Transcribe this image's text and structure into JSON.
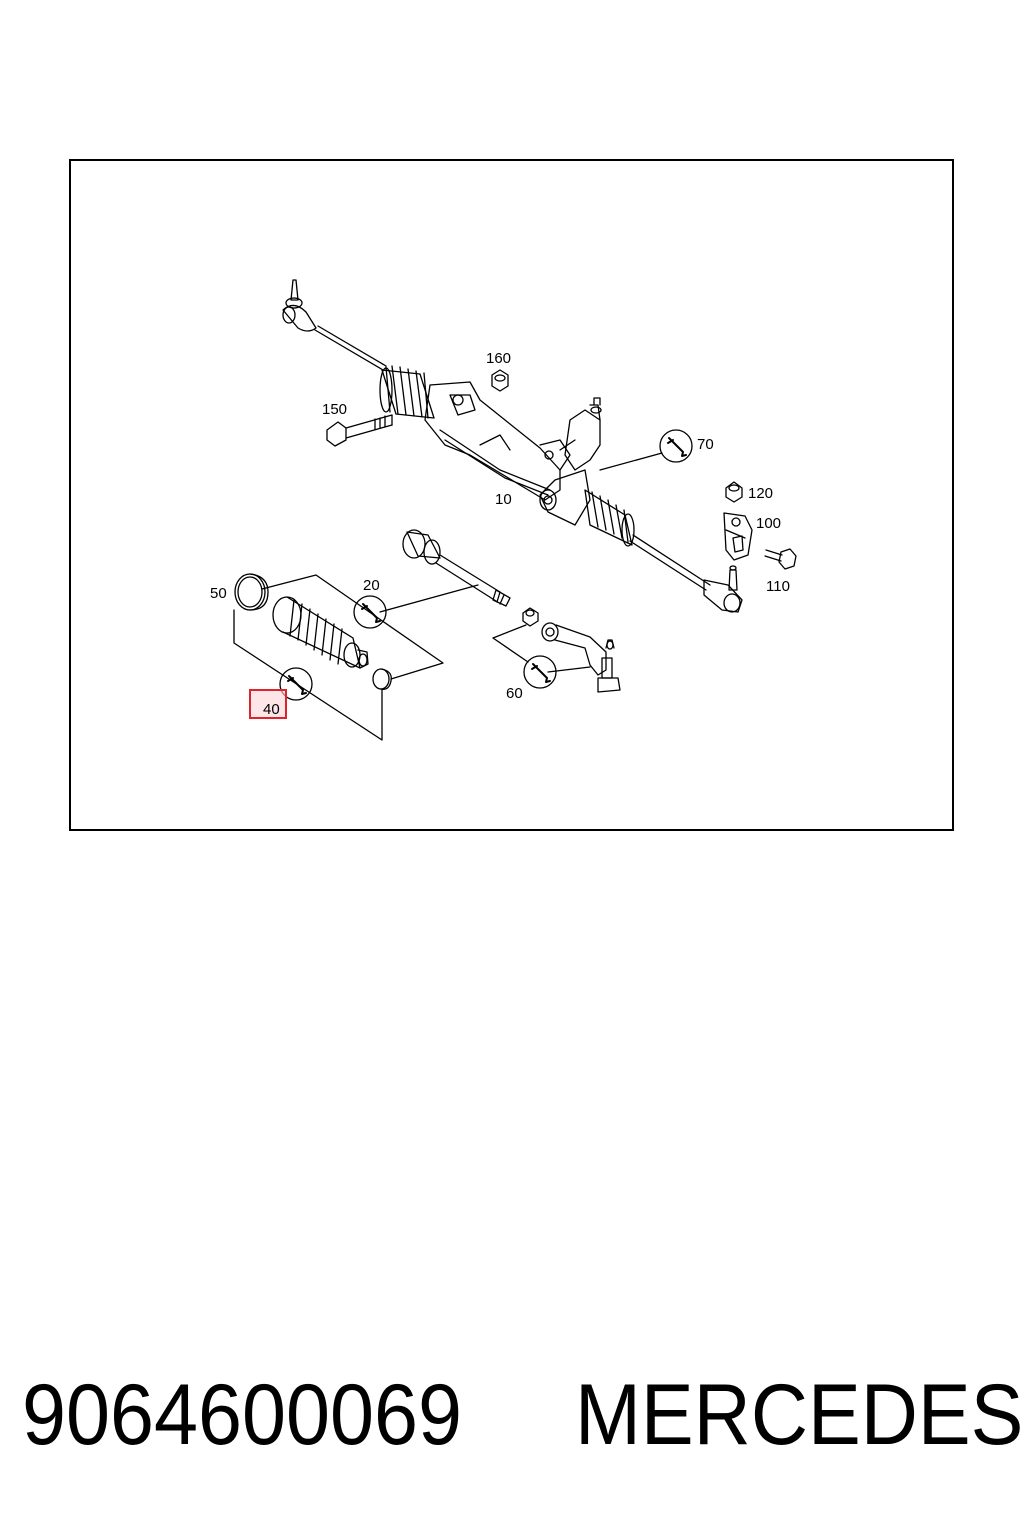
{
  "diagram": {
    "callouts": {
      "c160": "160",
      "c150": "150",
      "c70": "70",
      "c10": "10",
      "c120": "120",
      "c100": "100",
      "c110": "110",
      "c50": "50",
      "c20": "20",
      "c60": "60",
      "c40": "40"
    },
    "highlighted_callout": "40",
    "highlight_color": "#e0222a",
    "highlight_fill": "#fbd5d8"
  },
  "footer": {
    "part_number": "9064600069",
    "brand": "MERCEDES"
  }
}
